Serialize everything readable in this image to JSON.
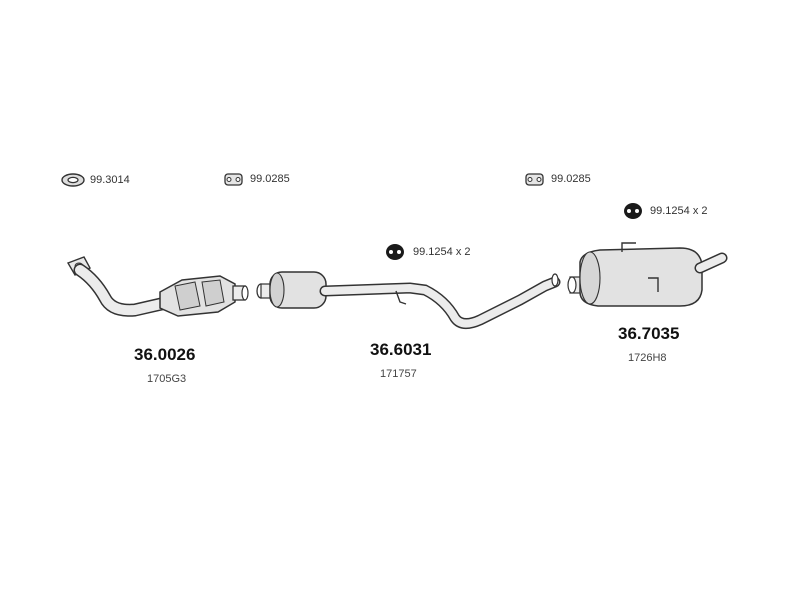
{
  "accessories": [
    {
      "icon": "gasket-ring-icon",
      "label": "99.3014"
    },
    {
      "icon": "clamp-bracket-icon",
      "label": "99.0285"
    },
    {
      "icon": "clamp-bracket-icon",
      "label": "99.0285"
    },
    {
      "icon": "rubber-hanger-icon",
      "label": "99.1254 x 2"
    },
    {
      "icon": "rubber-hanger-icon",
      "label": "99.1254 x 2"
    }
  ],
  "parts": [
    {
      "name": "catalytic-converter",
      "part_number": "36.0026",
      "reference": "1705G3"
    },
    {
      "name": "middle-silencer",
      "part_number": "36.6031",
      "reference": "171757"
    },
    {
      "name": "rear-silencer",
      "part_number": "36.7035",
      "reference": "1726H8"
    }
  ],
  "colors": {
    "stroke": "#333333",
    "body_fill": "#e6e6e6",
    "shade_fill": "#cfcfcf",
    "hanger_fill": "#1a1a1a"
  }
}
